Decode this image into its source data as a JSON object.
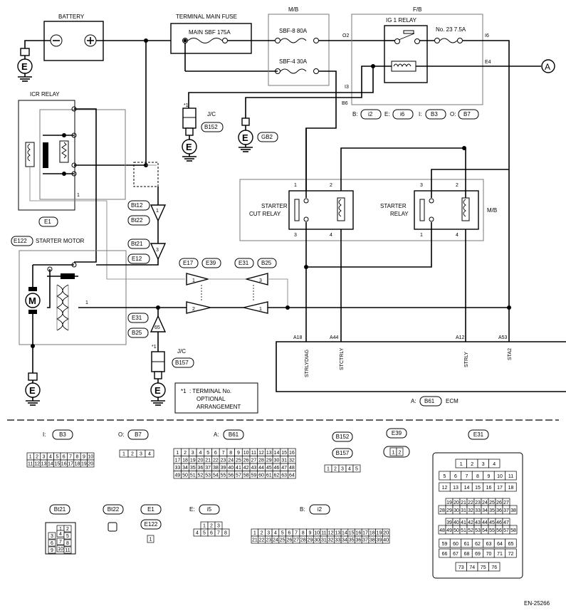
{
  "labels": {
    "battery": "BATTERY",
    "terminal_main_fuse": "TERMINAL MAIN FUSE",
    "main_sbf": "MAIN SBF 175A",
    "mb_top": "M/B",
    "sbf8": "SBF-8  80A",
    "sbf4": "SBF-4  30A",
    "fb": "F/B",
    "ig1_relay": "IG 1 RELAY",
    "fuse23": "No. 23  7.5A",
    "icr_relay": "ICR RELAY",
    "jc": "J/C",
    "starter_motor": "STARTER MOTOR",
    "starter_cut_relay_1": "STARTER",
    "starter_cut_relay_2": "CUT RELAY",
    "starter_relay_1": "STARTER",
    "starter_relay_2": "RELAY",
    "mb_mid": "M/B",
    "ecm": "ECM",
    "ecm_prefix": "A:",
    "note_star": "*1",
    "note_line1": ": TERMINAL No.",
    "note_line2": "OPTIONAL",
    "note_line3": "ARRANGEMENT",
    "figure_id": "EN-25266",
    "ground": "E",
    "motor": "M",
    "connector_A": "A"
  },
  "pin_labels": {
    "o2": "O2",
    "i6": "I6",
    "e4": "E4",
    "i3": "I3",
    "b6": "B6",
    "icr_1": "1",
    "mot_1": "1",
    "cut_1": "1",
    "cut_2": "2",
    "cut_3": "3",
    "cut_4": "4",
    "st_3": "3",
    "st_2": "2",
    "st_1": "1",
    "st_4": "4",
    "c1": "1",
    "c2": "2",
    "c3": "3",
    "c1b": "1",
    "bt12": "1",
    "bt21": "3",
    "b25": "65",
    "a18": "A18",
    "a44": "A44",
    "a12": "A12",
    "a53": "A53"
  },
  "ecm_terminals": [
    "STRLYDIAG",
    "STCTRLY",
    "STRLY",
    "STA2"
  ],
  "fb_legend": [
    {
      "prefix": "B:",
      "code": "i2"
    },
    {
      "prefix": "E:",
      "code": "i6"
    },
    {
      "prefix": "I:",
      "code": "B3"
    },
    {
      "prefix": "O:",
      "code": "B7"
    }
  ],
  "badges": {
    "jc1": "B152",
    "gb2": "GB2",
    "e1": "E1",
    "e122": "E122",
    "bt12": "Bt12",
    "bt22": "Bt22",
    "bt21": "Bt21",
    "e12": "E12",
    "e17": "E17",
    "e39": "E39",
    "e31": "E31",
    "b25": "B25",
    "e31b": "E31",
    "b25b": "B25",
    "jc2": "B157",
    "ecm": "B61"
  },
  "connectors": {
    "b3": {
      "prefix": "I:",
      "code": "B3",
      "rows": [
        [
          "1",
          "2",
          "3",
          "4",
          "5",
          "6",
          "7",
          "8",
          "9",
          "10"
        ],
        [
          "11",
          "12",
          "13",
          "14",
          "15",
          "16",
          "17",
          "18",
          "19",
          "20"
        ]
      ]
    },
    "b7": {
      "prefix": "O:",
      "code": "B7",
      "rows": [
        [
          "1",
          "2",
          "3",
          "4"
        ]
      ]
    },
    "b61": {
      "prefix": "A:",
      "code": "B61",
      "rows": [
        [
          "1",
          "2",
          "3",
          "4",
          "5",
          "6",
          "7",
          "8",
          "9",
          "10",
          "11",
          "12",
          "13",
          "14",
          "15",
          "16"
        ],
        [
          "17",
          "18",
          "19",
          "20",
          "21",
          "22",
          "23",
          "24",
          "25",
          "26",
          "27",
          "28",
          "29",
          "30",
          "31",
          "32"
        ],
        [
          "33",
          "34",
          "35",
          "36",
          "37",
          "38",
          "39",
          "40",
          "41",
          "42",
          "43",
          "44",
          "45",
          "46",
          "47",
          "48"
        ],
        [
          "49",
          "50",
          "51",
          "52",
          "53",
          "54",
          "55",
          "56",
          "57",
          "58",
          "59",
          "60",
          "61",
          "62",
          "63",
          "64"
        ]
      ]
    },
    "b152": {
      "code1": "B152",
      "code2": "B157",
      "rows": [
        [
          "1",
          "2",
          "3",
          "4",
          "5"
        ]
      ]
    },
    "e39": {
      "code": "E39",
      "rows": [
        [
          "1",
          "2"
        ]
      ]
    },
    "e31": {
      "code": "E31",
      "rows": [
        [
          "1",
          "2",
          "3",
          "4"
        ],
        [
          "5",
          "6",
          "7",
          "8",
          "9",
          "10",
          "11"
        ],
        [
          "12",
          "13",
          "14",
          "15",
          "16",
          "17",
          "18"
        ],
        [
          "19",
          "20",
          "21",
          "22",
          "23",
          "24",
          "25",
          "26",
          "27"
        ],
        [
          "28",
          "29",
          "30",
          "31",
          "32",
          "33",
          "34",
          "35",
          "36",
          "37",
          "38"
        ],
        [
          "39",
          "40",
          "41",
          "42",
          "43",
          "44",
          "45",
          "46",
          "47"
        ],
        [
          "48",
          "49",
          "50",
          "51",
          "52",
          "53",
          "54",
          "55",
          "56",
          "57",
          "58"
        ],
        [
          "59",
          "60",
          "61",
          "62",
          "63",
          "64",
          "65"
        ],
        [
          "66",
          "67",
          "68",
          "69",
          "70",
          "71",
          "72"
        ],
        [
          "73",
          "74",
          "75",
          "76"
        ]
      ]
    },
    "bt21": {
      "code": "Bt21",
      "rows": [
        [
          "1",
          "2",
          "3",
          "4",
          "5",
          "6",
          "7",
          "8",
          "9",
          "10",
          "11"
        ]
      ]
    },
    "bt22": {
      "code": "Bt22"
    },
    "e1": {
      "code1": "E1",
      "code2": "E122",
      "rows": [
        [
          "1"
        ]
      ]
    },
    "i5": {
      "prefix": "E:",
      "code": "i5",
      "rows": [
        [
          "1",
          "2",
          "3"
        ],
        [
          "4",
          "5",
          "6",
          "7",
          "8"
        ]
      ]
    },
    "i2": {
      "prefix": "B:",
      "code": "i2",
      "rows": [
        [
          "1",
          "2",
          "3",
          "4",
          "5",
          "6",
          "7",
          "8",
          "9",
          "10",
          "11",
          "12",
          "13",
          "14",
          "15",
          "16",
          "17",
          "18",
          "19",
          "20"
        ],
        [
          "21",
          "22",
          "23",
          "24",
          "25",
          "26",
          "27",
          "28",
          "29",
          "30",
          "31",
          "32",
          "33",
          "34",
          "35",
          "36",
          "37",
          "38",
          "39",
          "40"
        ]
      ]
    }
  }
}
